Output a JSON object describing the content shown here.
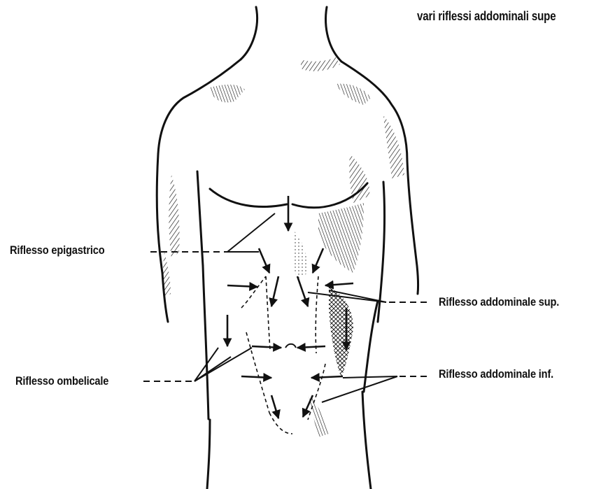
{
  "caption": "vari riflessi addominali supe",
  "labels": {
    "epigastric": "Riflesso epigastrico",
    "upper_abdominal": "Riflesso addominale sup.",
    "umbilical": "Riflesso ombelicale",
    "lower_abdominal": "Riflesso addominale inf."
  },
  "colors": {
    "ink": "#111111",
    "background": "#ffffff"
  }
}
